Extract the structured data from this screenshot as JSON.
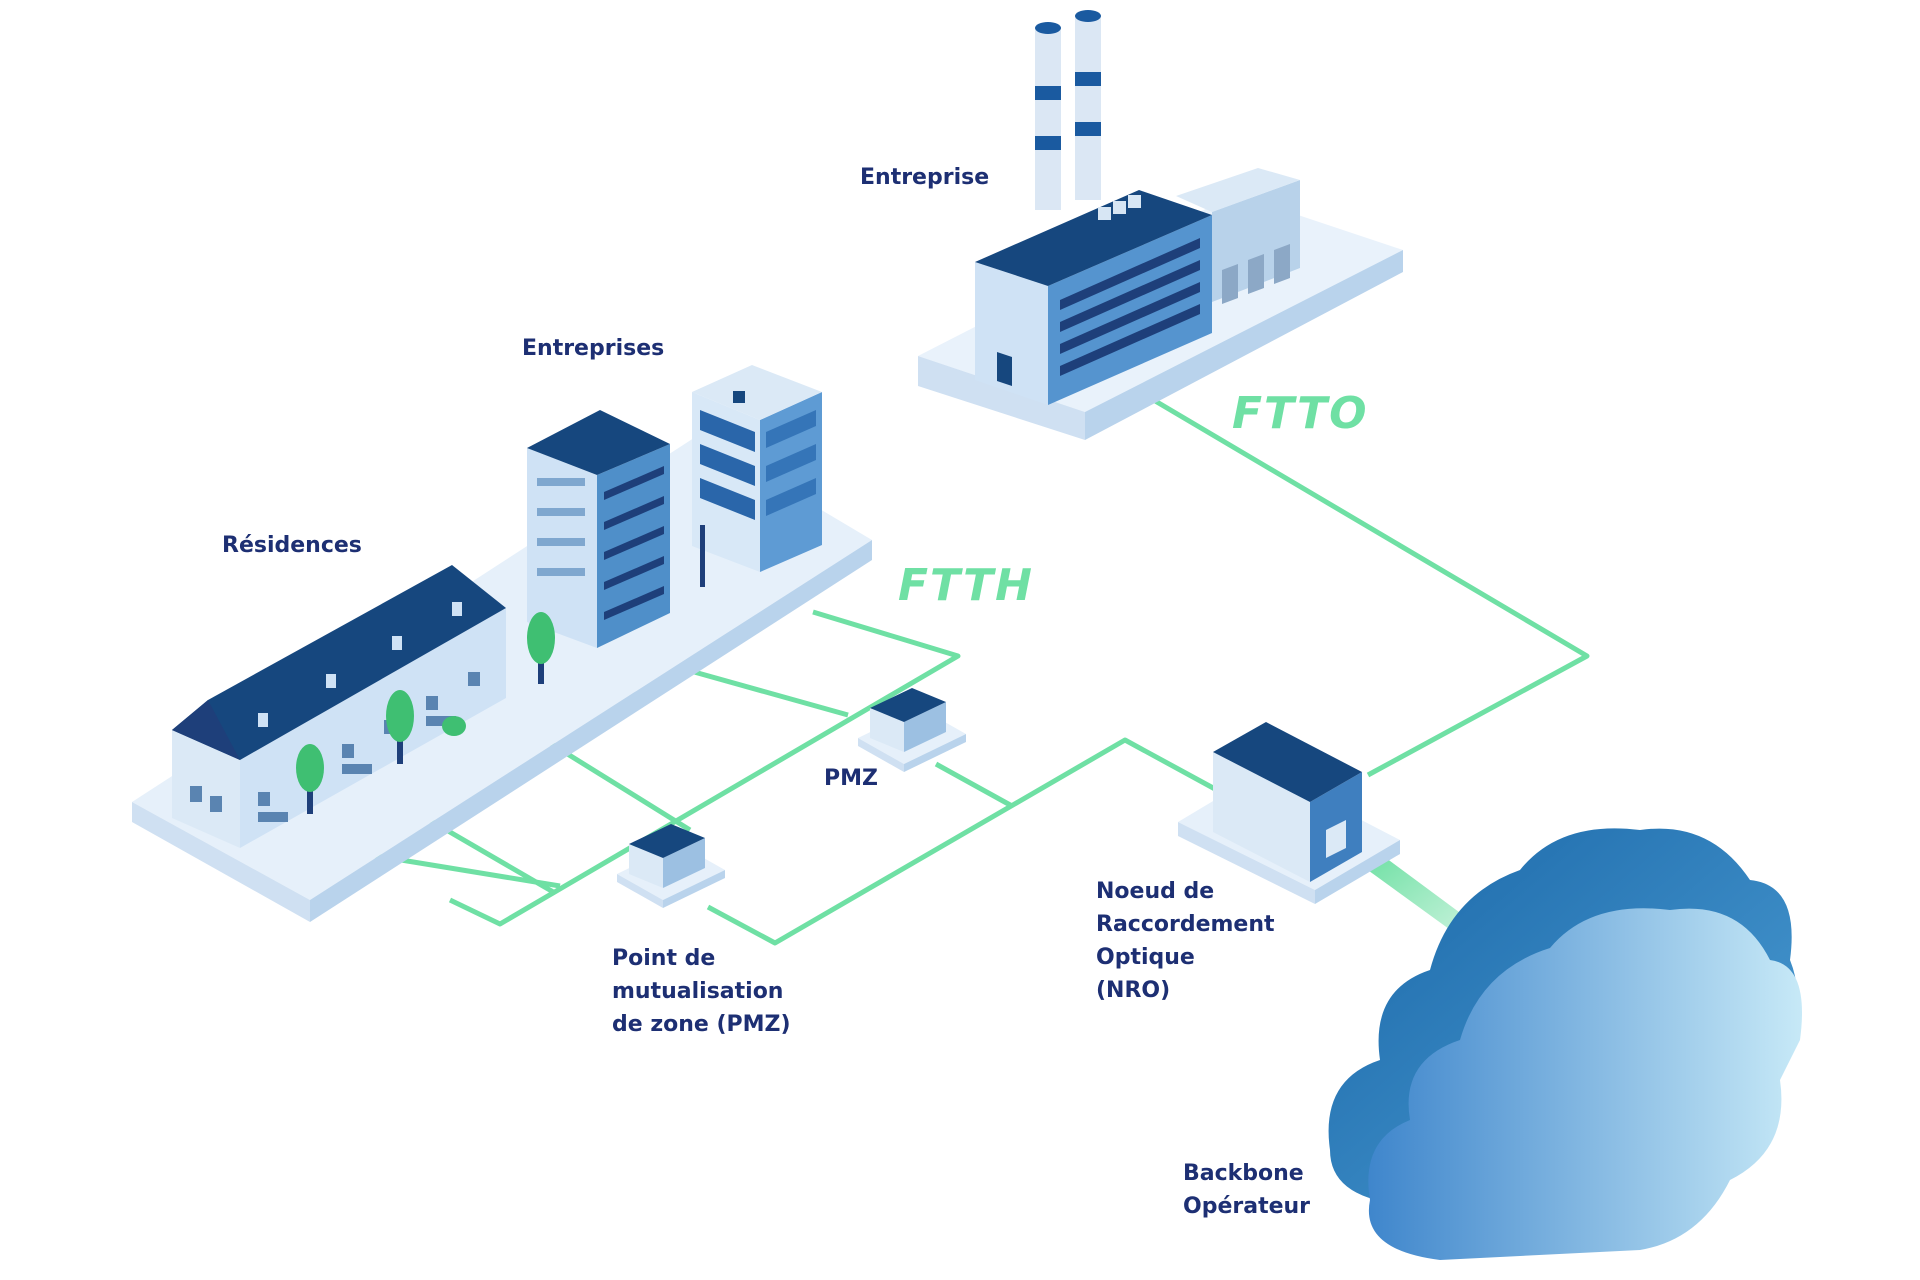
{
  "labels": {
    "entreprise": "Entreprise",
    "entreprises": "Entreprises",
    "residences": "Résidences",
    "pmz_short": "PMZ",
    "pmz_line1": "Point de",
    "pmz_line2": "mutualisation",
    "pmz_line3": "de zone (PMZ)",
    "nro_line1": "Noeud de",
    "nro_line2": "Raccordement",
    "nro_line3": "Optique",
    "nro_line4": "(NRO)",
    "backbone_line1": "Backbone",
    "backbone_line2": "Opérateur",
    "ftto": "FTTO",
    "ftth": "FTTH"
  },
  "colors": {
    "fiber": "#6fe0a4",
    "label": "#1d2f73",
    "building_dark": "#16477e",
    "building_mid": "#4f8fc9",
    "building_light": "#cfe3f6",
    "platform": "#e6f0fa",
    "cloud_top": "#1c6fae",
    "cloud_light": "#bfe4f6",
    "tree": "#3fbf72"
  }
}
